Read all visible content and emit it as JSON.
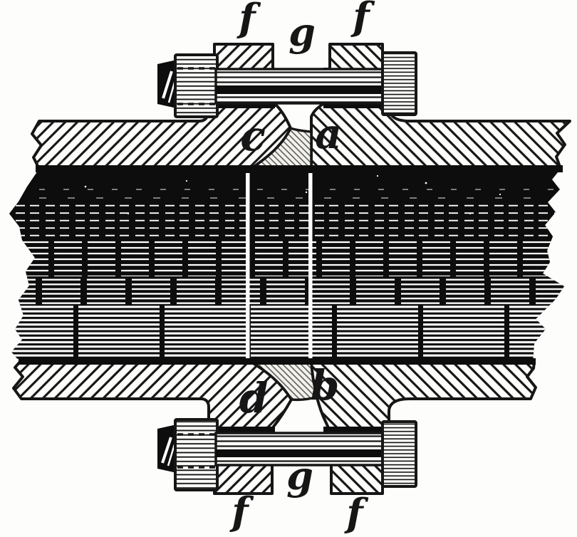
{
  "figure": {
    "kind": "engraved cross-section of a bolted pipe flange joint",
    "labels": {
      "f_top_left": "f",
      "g_top": "g",
      "f_top_right": "f",
      "c_face": "c",
      "a_face": "a",
      "d_face": "d",
      "b_face": "b",
      "g_bottom": "g",
      "f_bottom_left": "f",
      "f_bottom_right": "f"
    },
    "colors": {
      "ink": "#161616",
      "paper": "#fdfdfb",
      "fill_tint": "#f3f1ec",
      "hatch_fine": "#4a4a4a"
    }
  }
}
